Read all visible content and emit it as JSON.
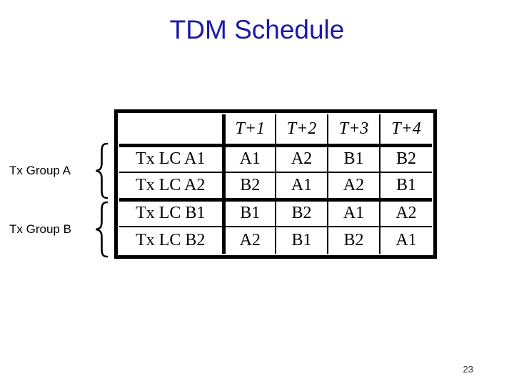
{
  "slide": {
    "title": "TDM Schedule",
    "page_number": "23"
  },
  "colors": {
    "title": "#1c19a8",
    "table_border": "#000000",
    "text": "#000000",
    "background": "#ffffff"
  },
  "groups": [
    {
      "label": "Tx Group A",
      "icon": "curly-brace-icon"
    },
    {
      "label": "Tx Group B",
      "icon": "curly-brace-icon"
    }
  ],
  "schedule_table": {
    "column_headers": [
      "",
      "T+1",
      "T+2",
      "T+3",
      "T+4"
    ],
    "rows": [
      {
        "label": "Tx LC A1",
        "group": "A",
        "slots": [
          "A1",
          "A2",
          "B1",
          "B2"
        ]
      },
      {
        "label": "Tx LC A2",
        "group": "A",
        "slots": [
          "B2",
          "A1",
          "A2",
          "B1"
        ]
      },
      {
        "label": "Tx LC B1",
        "group": "B",
        "slots": [
          "B1",
          "B2",
          "A1",
          "A2"
        ]
      },
      {
        "label": "Tx LC B2",
        "group": "B",
        "slots": [
          "A2",
          "B1",
          "B2",
          "A1"
        ]
      }
    ]
  }
}
